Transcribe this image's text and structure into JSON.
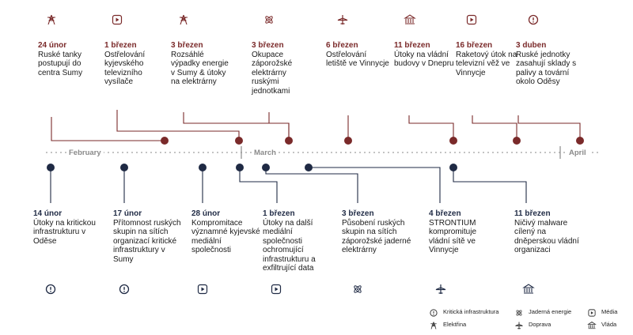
{
  "months": [
    "February",
    "March",
    "April"
  ],
  "colors": {
    "top": "#7a2a2a",
    "bottom": "#1f2a44",
    "axis": "#8a8a8a"
  },
  "top_events": [
    {
      "date": "24 únor",
      "text": "Ruské tanky postupují do centra Sumy",
      "icon": "electricity-pylon-icon"
    },
    {
      "date": "1 březen",
      "text": "Ostřelování kyjevského televizního vysílače",
      "icon": "media-play-icon"
    },
    {
      "date": "3 březen",
      "text": "Rozsáhlé výpadky energie v Sumy & útoky na elektrárny",
      "icon": "electricity-pylon-icon"
    },
    {
      "date": "3 březen",
      "text": "Okupace záporožské elektrárny ruskými jednotkami",
      "icon": "nuclear-atom-icon"
    },
    {
      "date": "6 březen",
      "text": "Ostřelování letiště ve Vinnycje",
      "icon": "airplane-icon"
    },
    {
      "date": "11 březen",
      "text": "Útoky na vládní budovy v Dnepru",
      "icon": "government-building-icon"
    },
    {
      "date": "16 březen",
      "text": "Raketový útok na televizní věž ve Vinnycje",
      "icon": "media-play-icon"
    },
    {
      "date": "3 duben",
      "text": "Ruské jednotky zasahují sklady s palivy a tovární okolo Oděsy",
      "icon": "alert-icon"
    }
  ],
  "bottom_events": [
    {
      "date": "14 únor",
      "text": "Útoky na kritickou infrastrukturu v Oděse",
      "icon": "alert-icon"
    },
    {
      "date": "17 únor",
      "text": "Přítomnost ruských skupin na sítích organizací kritické infrastruktury v Sumy",
      "icon": "alert-icon"
    },
    {
      "date": "28 únor",
      "text": "Kompromitace významné kyjevské mediální společnosti",
      "icon": "media-play-icon"
    },
    {
      "date": "1 březen",
      "text": "Útoky na další mediální společnosti ochromující infrastrukturu a exfiltrující data",
      "icon": "media-play-icon"
    },
    {
      "date": "3 březen",
      "text": "Působení ruských skupin na sítích záporožské jaderné elektrárny",
      "icon": "nuclear-atom-icon"
    },
    {
      "date": "4 březen",
      "text": "STRONTIUM kompromituje vládní sítě ve Vinnycje",
      "icon": "airplane-icon"
    },
    {
      "date": "11 březen",
      "text": "Ničivý malware cílený na dněperskou vládní organizaci",
      "icon": "government-building-icon"
    }
  ],
  "legend": [
    {
      "label": "Kritická infrastruktura",
      "icon": "alert-icon"
    },
    {
      "label": "Elektřina",
      "icon": "electricity-pylon-icon"
    },
    {
      "label": "Jaderná energie",
      "icon": "nuclear-atom-icon"
    },
    {
      "label": "Doprava",
      "icon": "airplane-icon"
    },
    {
      "label": "Média",
      "icon": "media-play-icon"
    },
    {
      "label": "Vláda",
      "icon": "government-building-icon"
    }
  ]
}
